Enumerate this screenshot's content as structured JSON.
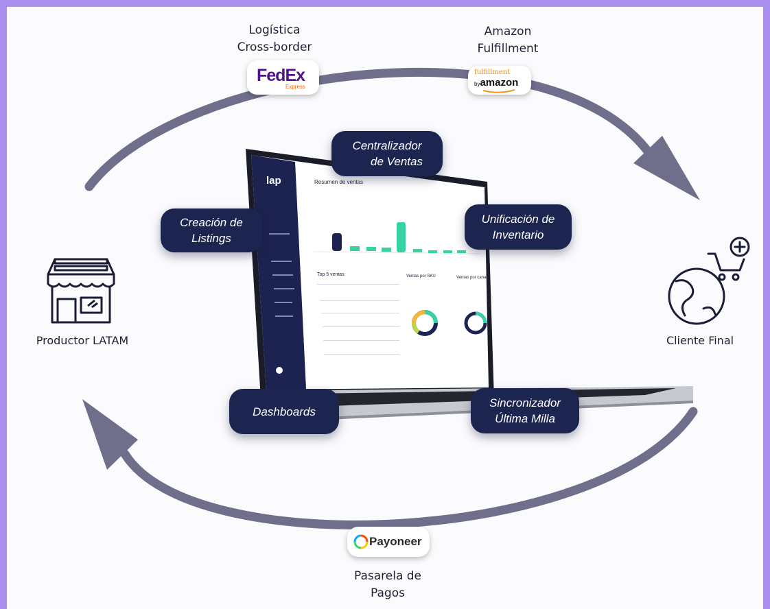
{
  "nodes": {
    "producer": "Productor LATAM",
    "client": "Cliente Final"
  },
  "partners": {
    "fedex": {
      "caption_line1": "Logística",
      "caption_line2": "Cross-border",
      "logo_main": "FedEx",
      "logo_sub": "Express"
    },
    "amazon": {
      "caption_line1": "Amazon",
      "caption_line2": "Fulfillment",
      "logo_top": "fulfillment",
      "logo_by": "by",
      "logo_main": "amazon"
    },
    "payoneer": {
      "caption_line1": "Pasarela de",
      "caption_line2": "Pagos",
      "logo_main": "Payoneer"
    }
  },
  "features": {
    "centralizador": {
      "line1": "Centralizador",
      "line2": "de Ventas"
    },
    "creacion": {
      "line1": "Creación de",
      "line2": "Listings"
    },
    "unificacion": {
      "line1": "Unificación de",
      "line2": "Inventario"
    },
    "dashboards": {
      "line1": "Dashboards"
    },
    "sincronizador": {
      "line1": "Sincronizador",
      "line2": "Última Milla"
    }
  },
  "screen": {
    "brand": "lap",
    "title": "Resumen de ventas",
    "top_sales": "Top 5 ventas",
    "sku_chart": "Ventas por SKU",
    "channel_chart": "Ventas por canal"
  },
  "colors": {
    "arrow": "#6f6f8c",
    "pill": "#1c2550",
    "teal": "#37d3a4",
    "fedex_purple": "#4d148c",
    "fedex_orange": "#ff6200",
    "payoneer_ring": [
      "#ff4800",
      "#ffc800",
      "#3bd16f",
      "#0fa8ff"
    ]
  }
}
